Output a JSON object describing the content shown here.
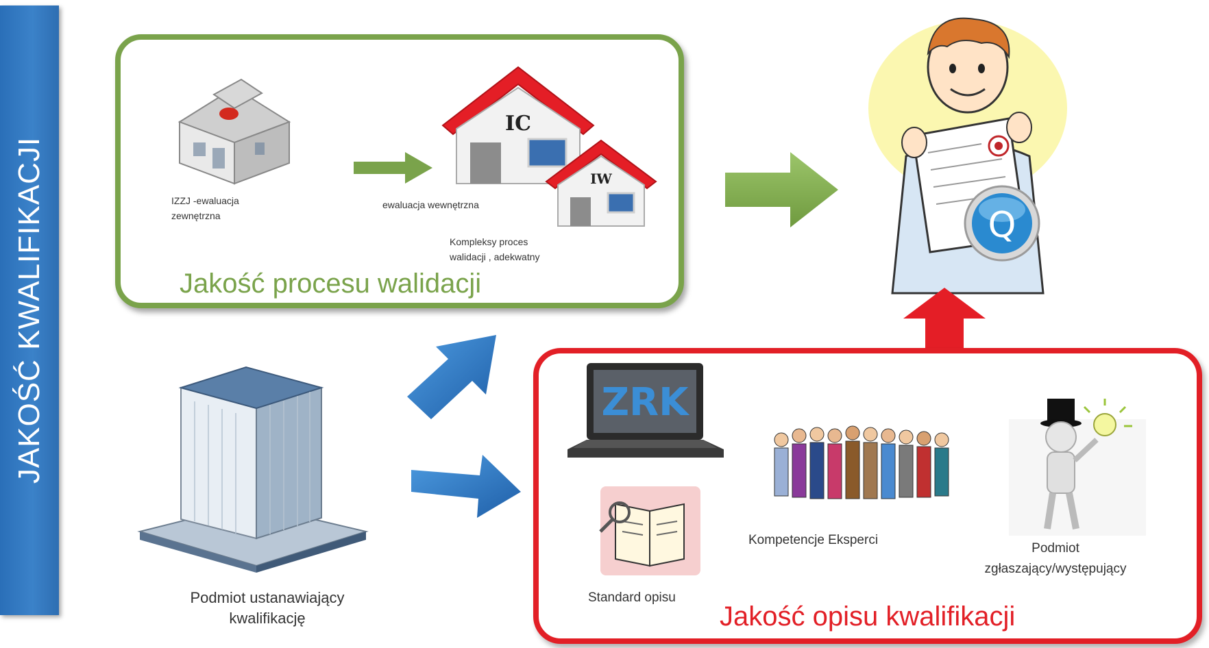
{
  "side_title": "JAKOŚĆ KWALIFIKACJI",
  "validation": {
    "title": "Jakość procesu walidacji",
    "izzj_label_line1": "IZZJ -ewaluacja",
    "izzj_label_line2": "zewnętrzna",
    "internal_eval_label": "ewaluacja wewnętrzna",
    "process_label_line1": "Kompleksy proces",
    "process_label_line2": "walidacji , adekwatny",
    "ic_text": "IC",
    "iw_text": "IW"
  },
  "description": {
    "title": "Jakość opisu kwalifikacji",
    "zrk_text": "ZRK",
    "standard_label": "Standard opisu",
    "experts_label": "Kompetencje Eksperci",
    "submitter_label_line1": "Podmiot",
    "submitter_label_line2": "zgłaszający/występujący"
  },
  "establishing": {
    "label_line1": "Podmiot ustanawiający",
    "label_line2": "kwalifikację"
  },
  "certificate": {
    "q_text": "Q"
  },
  "colors": {
    "green": "#7aa34b",
    "red": "#e21f26",
    "blue": "#2f78c4"
  }
}
